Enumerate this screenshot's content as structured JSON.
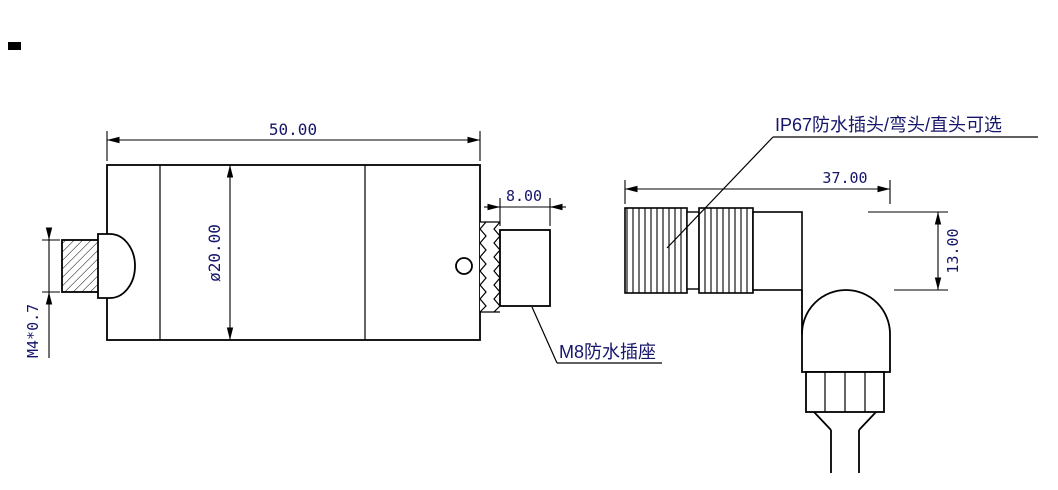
{
  "drawing": {
    "type": "mechanical-dimension-drawing",
    "colors": {
      "line": "#000000",
      "text": "#15156b",
      "background": "#ffffff"
    },
    "dims": {
      "body_length": "50.00",
      "body_diameter": "ø20.00",
      "tip_thread": "M4*0.7",
      "socket_length": "8.00",
      "plug_length": "37.00",
      "plug_diameter": "13.00"
    },
    "labels": {
      "plug": "IP67防水插头/弯头/直头可选",
      "socket": "M8防水插座"
    }
  }
}
